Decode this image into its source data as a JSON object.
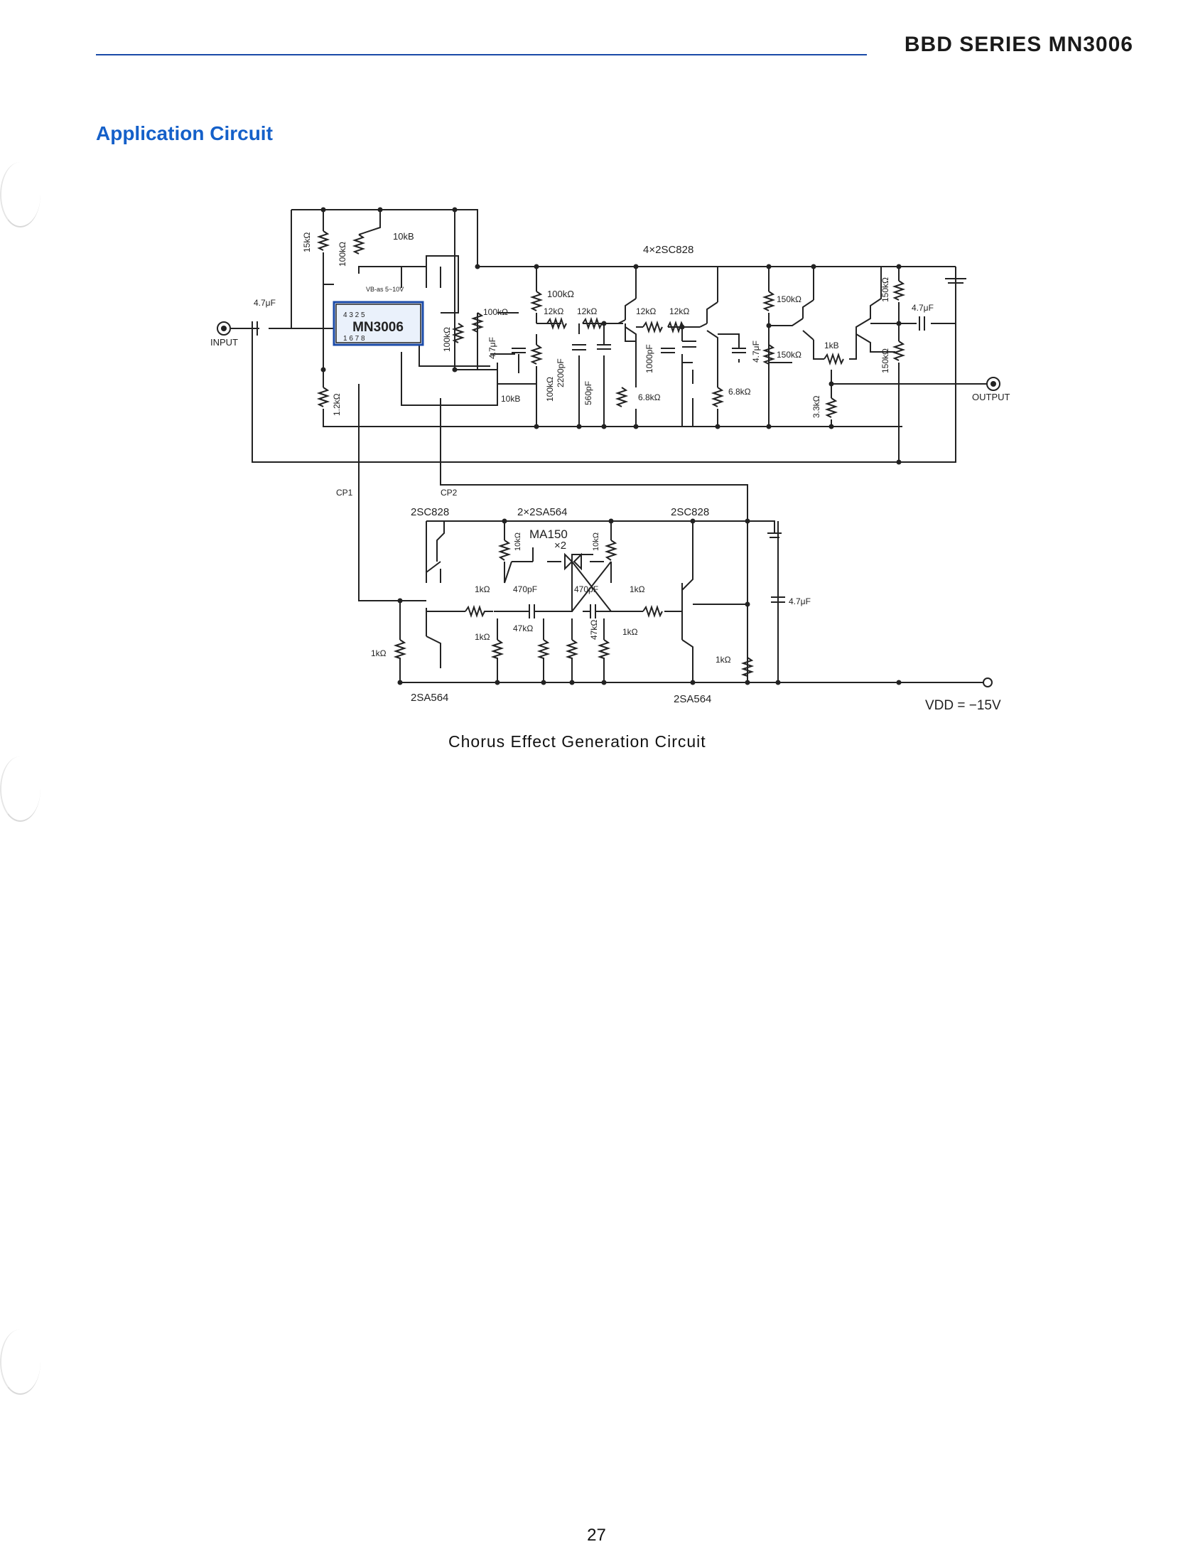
{
  "header": {
    "series_title": "BBD SERIES MN3006"
  },
  "section": {
    "title": "Application Circuit"
  },
  "figure": {
    "caption": "Chorus Effect Generation Circuit",
    "chip": {
      "name": "MN3006",
      "pins_top": "4 3   2 5",
      "pins_bottom": "1 6   7 8",
      "vbias": "VB-as\n5~10V"
    },
    "labels": {
      "input": "INPUT",
      "output": "OUTPUT",
      "cap_in": "4.7μF",
      "r15k": "15kΩ",
      "r100k_a": "100kΩ",
      "pot10kB_top": "10kB",
      "r1_2k": "1.2kΩ",
      "r100k_b": "100kΩ",
      "r100k_c": "100kΩ",
      "cap47_a": "4.7μF",
      "pot10kB_mid": "10kB",
      "transistors_top": "4×2SC828",
      "r100k_d": "100kΩ",
      "r12k_1": "12kΩ",
      "r12k_2": "12kΩ",
      "r12k_3": "12kΩ",
      "r12k_4": "12kΩ",
      "r100k_e": "100kΩ",
      "c2200": "2200pF",
      "c560": "560pF",
      "c1000": "1000pF",
      "r6_8k_1": "6.8kΩ",
      "r6_8k_2": "6.8kΩ",
      "cap47_b": "4.7μF",
      "r150k_1": "150kΩ",
      "r150k_2": "150kΩ",
      "pot1kB": "1kB",
      "r3_3k": "3.3kΩ",
      "r150k_3": "150kΩ",
      "r150k_4": "150kΩ",
      "cap47_out": "4.7μF",
      "cp1": "CP1",
      "cp2": "CP2",
      "q_left_top": "2SC828",
      "q_mid": "2×2SA564",
      "q_right_top": "2SC828",
      "diode": "MA150",
      "diode_count": "×2",
      "r10k_1": "10kΩ",
      "r10k_2": "10kΩ",
      "r1k_1": "1kΩ",
      "c470_1": "470pF",
      "c470_2": "470pF",
      "r1k_2": "1kΩ",
      "r47k_1": "47kΩ",
      "r47k_2": "47kΩ",
      "r1k_3": "1kΩ",
      "r1k_4": "1kΩ",
      "r1k_5": "1kΩ",
      "r1k_6": "1kΩ",
      "cap47_osc": "4.7μF",
      "q_left_bot": "2SA564",
      "q_right_bot": "2SA564",
      "vdd": "VDD = −15V"
    }
  },
  "page": {
    "number": "27"
  }
}
